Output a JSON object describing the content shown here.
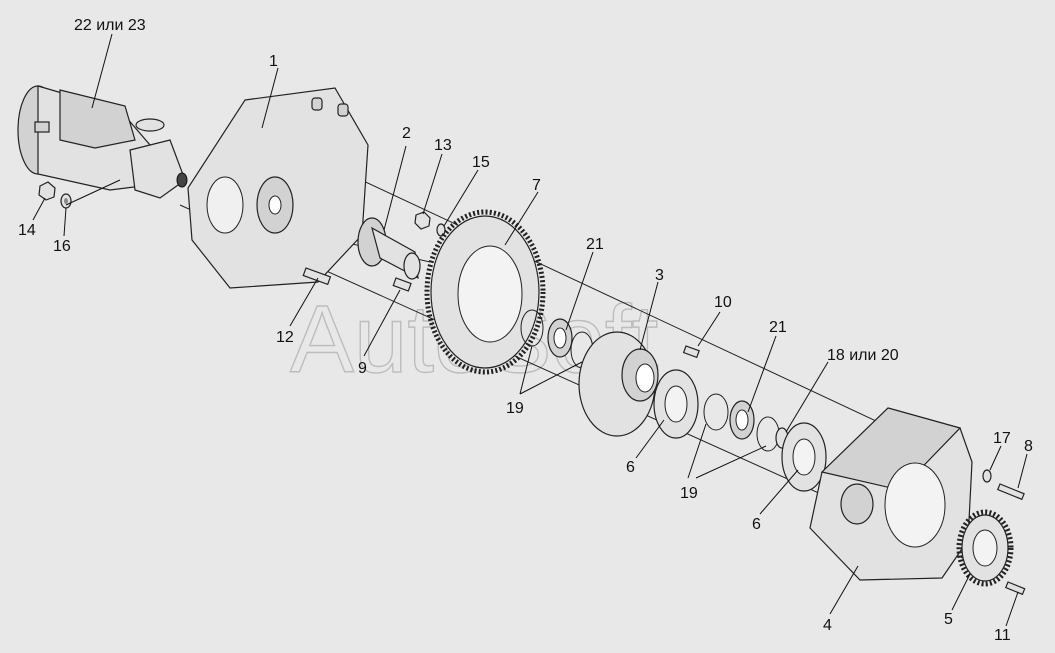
{
  "watermark": "AutoSoft",
  "labels": {
    "l22": "22 или 23",
    "l1": "1",
    "l2": "2",
    "l13": "13",
    "l15": "15",
    "l7": "7",
    "l14": "14",
    "l16": "16",
    "l21a": "21",
    "l3": "3",
    "l10": "10",
    "l21b": "21",
    "l12": "12",
    "l9": "9",
    "l19a": "19",
    "l18": "18 или 20",
    "l6a": "6",
    "l19b": "19",
    "l17": "17",
    "l8": "8",
    "l6b": "6",
    "l4": "4",
    "l5": "5",
    "l11": "11"
  }
}
